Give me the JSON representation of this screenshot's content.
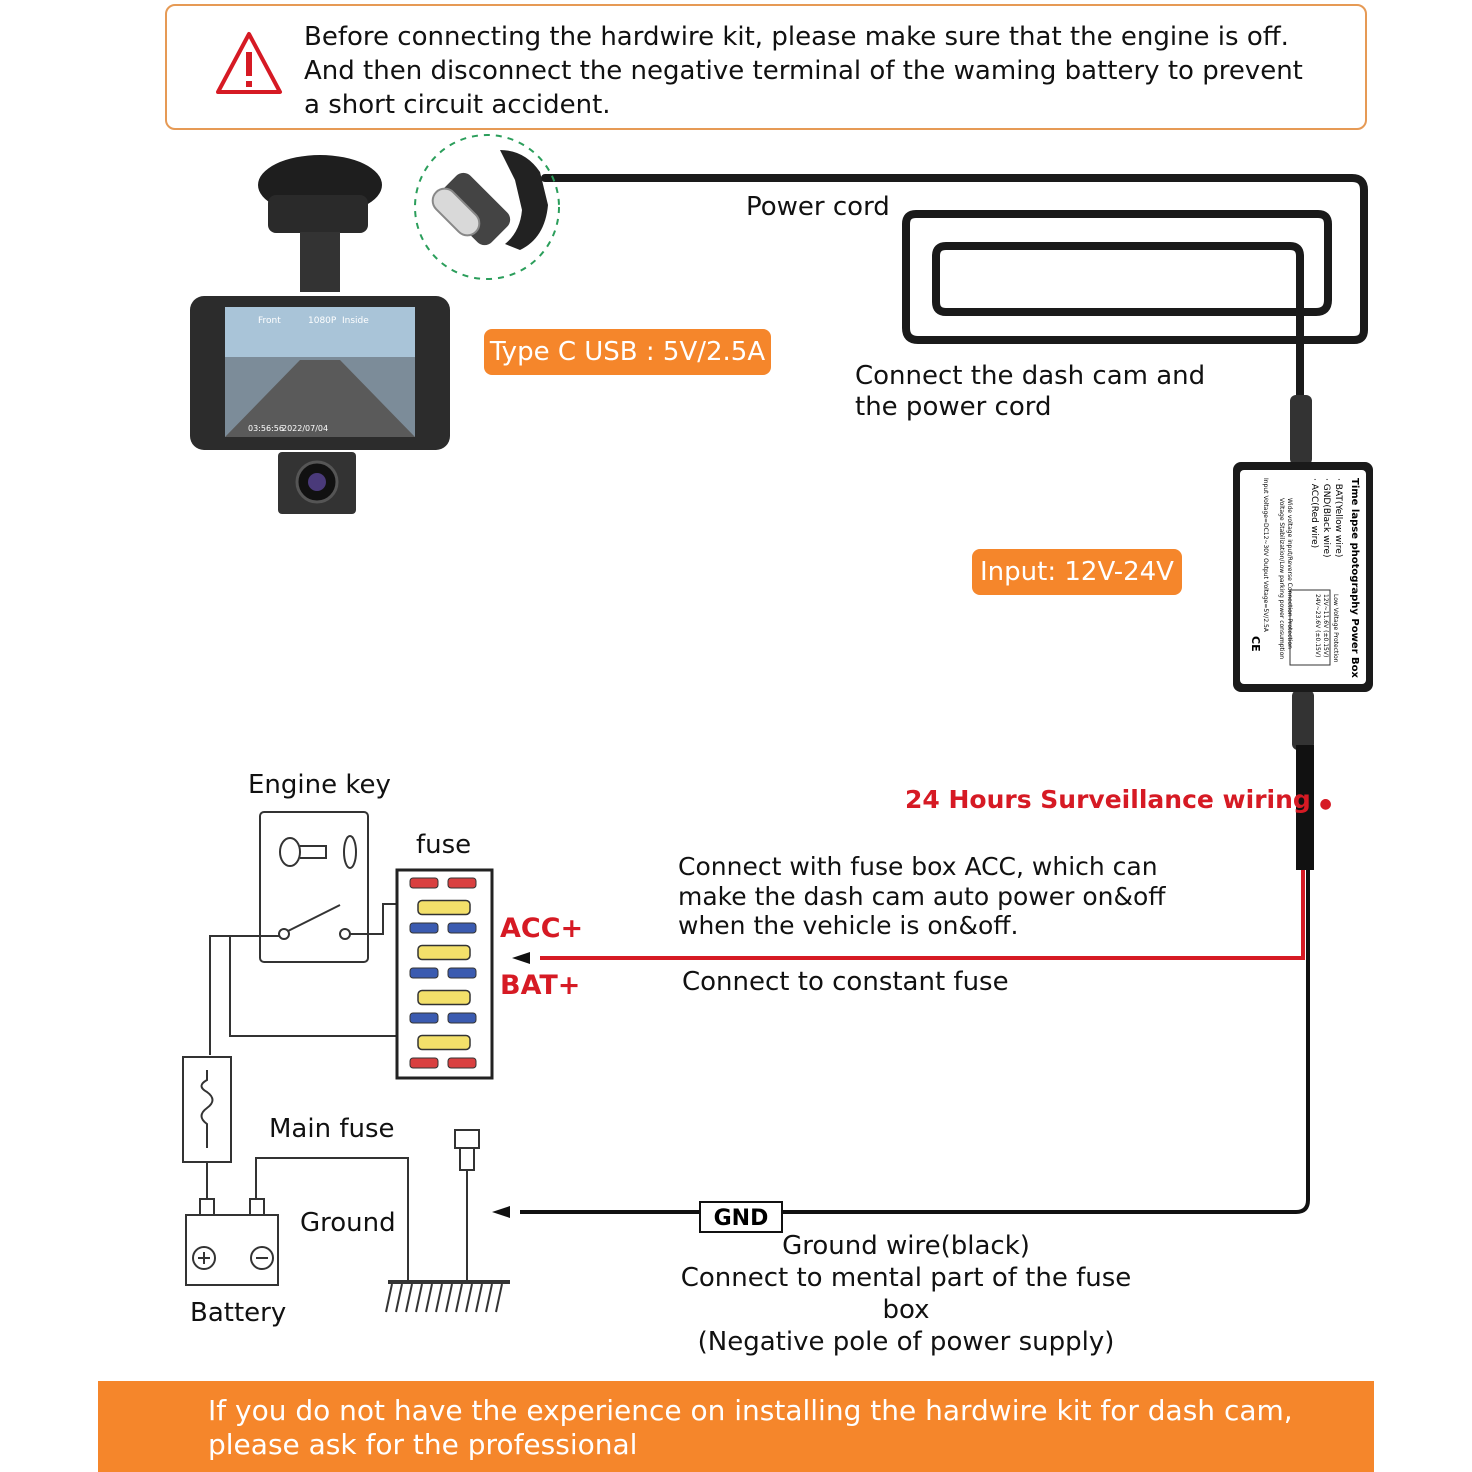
{
  "warning": {
    "icon": "warning-triangle-icon",
    "lines": [
      "Before connecting the hardwire kit, please make sure that the engine is off.",
      "And then disconnect the negative terminal of the waming battery to prevent",
      "a short circuit accident."
    ]
  },
  "labels": {
    "power_cord": "Power cord",
    "type_c": "Type C USB : 5V/2.5A",
    "connect_dashcam": [
      "Connect the dash cam and",
      "the power cord"
    ],
    "input": "Input: 12V-24V",
    "surveillance": "24 Hours Surveillance wiring",
    "engine_key": "Engine key",
    "fuse": "fuse",
    "acc": "ACC+",
    "bat": "BAT+",
    "acc_note": [
      "Connect with fuse box ACC, which can",
      "make the dash cam auto power on&off",
      "when the vehicle is on&off."
    ],
    "constant_fuse": "Connect to constant fuse",
    "main_fuse": "Main fuse",
    "ground": "Ground",
    "battery": "Battery",
    "gnd": "GND",
    "ground_note": [
      "Ground wire(black)",
      "Connect to mental part of the fuse box",
      "(Negative pole of power supply)"
    ]
  },
  "dashcam": {
    "screen_front": "Front",
    "screen_res": "1080P",
    "screen_inside": "Inside",
    "screen_time": "03:56:56",
    "screen_date": "2022/07/04"
  },
  "power_box": {
    "title": "Time lapse photography Power Box",
    "bat": "· BAT(Yellow wire)",
    "gnd": "· GND(Black wire)",
    "acc": "· ACC(Red wire)",
    "protection_title": "Low Voltage Protection",
    "protection_1": "12V~11.6V (±0.15V)",
    "protection_2": "24V~23.6V (±0.15V)",
    "spec_1": "Wide voltage input/Reverse Connection Protection",
    "spec_2": "Voltage Stabilization/Low parking power consumption",
    "spec_3": "Input Voltage=DC12~30V   Output Voltage=5V/2.5A",
    "ce": "CE"
  },
  "banner": {
    "lines": [
      "If you do not have the experience on installing the hardwire kit for dash cam,",
      "please ask for the professional"
    ]
  },
  "colors": {
    "accent": "#f5862b",
    "warning_border": "#e69a55",
    "red_wire": "#d61a24",
    "fuse_red": "#d94040",
    "fuse_yellow": "#f3e06a",
    "fuse_blue": "#3b5bb0"
  }
}
